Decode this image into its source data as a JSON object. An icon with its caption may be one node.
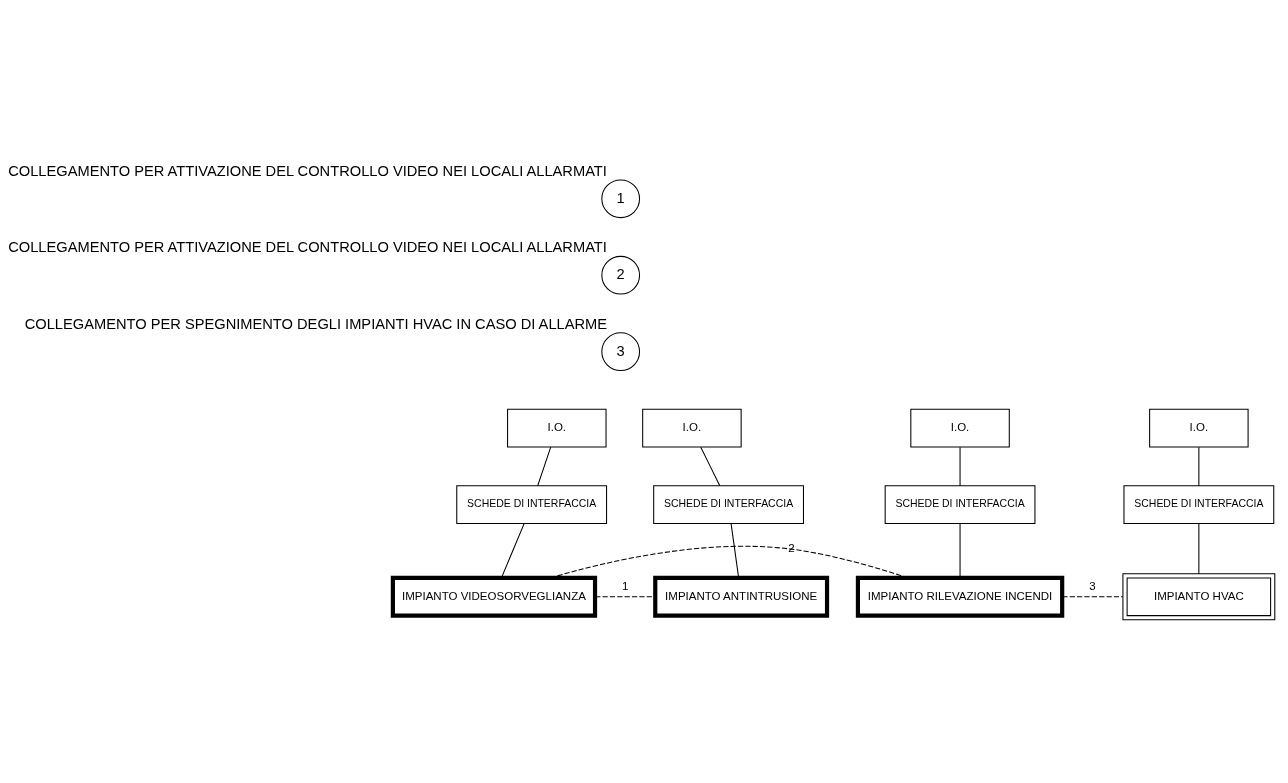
{
  "diagram": {
    "nodes": [
      {
        "text": [
          "1"
        ],
        "beside": [
          "COLLEGAMENTO PER ATTIVAZIONE DEL CONTROLLO VIDEO NEI LOCALI ALLARMATI"
        ]
      },
      {
        "text": [
          "2"
        ],
        "beside": [
          "COLLEGAMENTO PER ATTIVAZIONE DEL CONTROLLO VIDEO NEI LOCALI ALLARMATI"
        ]
      },
      {
        "text": [
          "3"
        ],
        "beside": [
          "COLLEGAMENTO PER SPEGNIMENTO DEGLI IMPIANTI HVAC IN CASO DI ALLARME"
        ]
      },
      {
        "text": [
          "I.O."
        ]
      },
      {
        "text": [
          "I.O."
        ]
      },
      {
        "text": [
          "I.O."
        ]
      },
      {
        "text": [
          "I.O."
        ]
      },
      {
        "text": [
          "SCHEDE DI INTERFACCIA"
        ]
      },
      {
        "text": [
          "SCHEDE DI INTERFACCIA"
        ]
      },
      {
        "text": [
          "SCHEDE DI INTERFACCIA"
        ]
      },
      {
        "text": [
          "SCHEDE DI INTERFACCIA"
        ]
      },
      {
        "text": [
          "IMPIANTO VIDEOSORVEGLIANZA"
        ]
      },
      {
        "text": [
          "IMPIANTO ANTINTRUSIONE"
        ]
      },
      {
        "text": [
          "IMPIANTO RILEVAZIONE INCENDI"
        ]
      },
      {
        "text": [
          "IMPIANTO HVAC"
        ]
      }
    ],
    "edges": [
      {
        "from": 3,
        "to": 7,
        "arrow": "none"
      },
      {
        "from": 7,
        "to": 11,
        "arrow": "none"
      },
      {
        "from": 4,
        "to": 8,
        "arrow": "none"
      },
      {
        "from": 8,
        "to": 12,
        "arrow": "none"
      },
      {
        "from": 5,
        "to": 9,
        "arrow": "none"
      },
      {
        "from": 9,
        "to": 13,
        "arrow": "none"
      },
      {
        "from": 6,
        "to": 10,
        "arrow": "none"
      },
      {
        "from": 10,
        "to": 14,
        "arrow": "none"
      },
      {
        "from": 11,
        "to": 12,
        "arrow": "none",
        "style": "dashed",
        "label": "1"
      },
      {
        "from": 11,
        "to": 13,
        "arrow": "none",
        "style": "dashed",
        "label": "2"
      },
      {
        "from": 13,
        "to": 14,
        "arrow": "none",
        "style": "dashed",
        "label": "3"
      }
    ]
  }
}
